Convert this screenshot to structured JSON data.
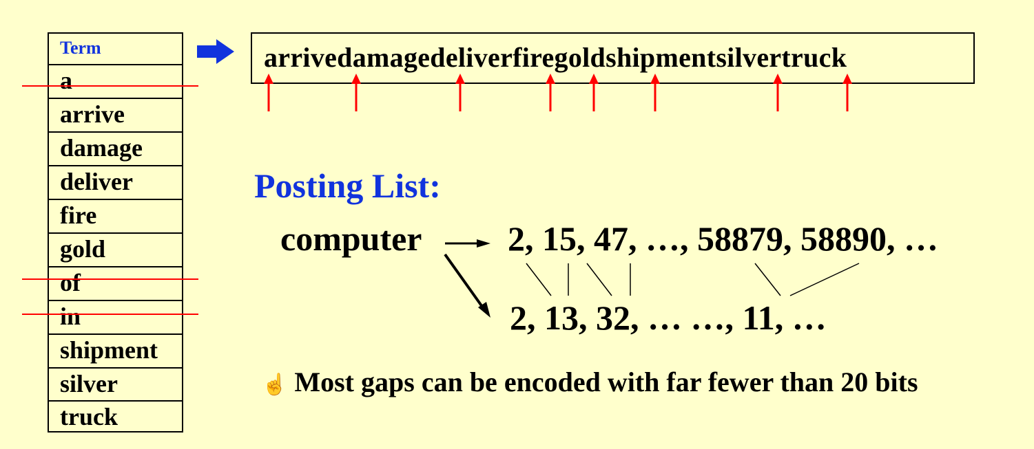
{
  "term_table": {
    "header": "Term",
    "terms": [
      "a",
      "arrive",
      "damage",
      "deliver",
      "fire",
      "gold",
      "of",
      "in",
      "shipment",
      "silver",
      "truck"
    ],
    "stopwords": [
      "a",
      "of",
      "in"
    ]
  },
  "dictionary_string": "arrivedamagedeliverfiregoldshipmentsilvertruck",
  "posting": {
    "title": "Posting List:",
    "term": "computer",
    "doc_ids": "2, 15, 47, …, 58879, 58890, …",
    "gaps": "2, 13, 32, … …, 11, …"
  },
  "note": {
    "icon": "pointing-hand-icon",
    "text": "Most gaps can be encoded with far fewer than 20 bits"
  },
  "colors": {
    "background": "#ffffcc",
    "accent_blue": "#1133dd",
    "pointer_red": "#ff0000"
  }
}
